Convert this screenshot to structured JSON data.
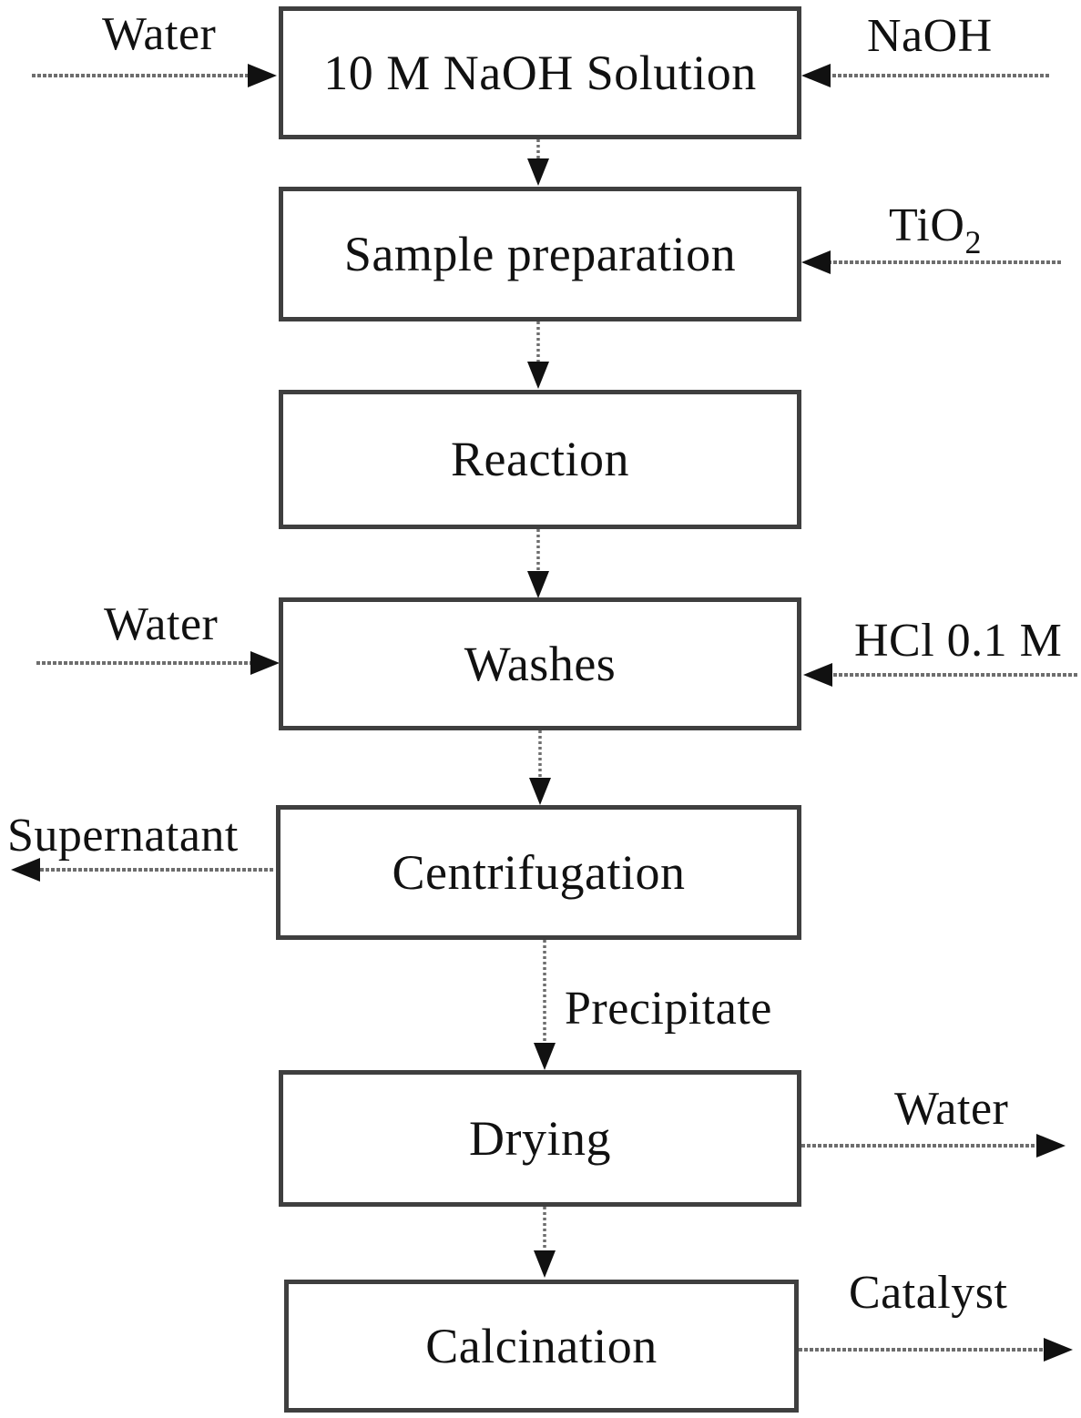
{
  "steps": [
    {
      "label": "10 M NaOH Solution"
    },
    {
      "label": "Sample preparation"
    },
    {
      "label": "Reaction"
    },
    {
      "label": "Washes"
    },
    {
      "label": "Centrifugation"
    },
    {
      "label": "Drying"
    },
    {
      "label": "Calcination"
    }
  ],
  "streams": {
    "water_top": "Water",
    "naoh": "NaOH",
    "tio2_base": "TiO",
    "tio2_sub": "2",
    "water_washes": "Water",
    "hcl": "HCl 0.1 M",
    "supernatant": "Supernatant",
    "precipitate": "Precipitate",
    "water_out": "Water",
    "catalyst": "Catalyst"
  },
  "colors": {
    "background": "#ffffff",
    "text": "#111111",
    "box_border": "#3f3f3f",
    "connector_line": "#6e6e6e",
    "arrowhead": "#111111"
  }
}
